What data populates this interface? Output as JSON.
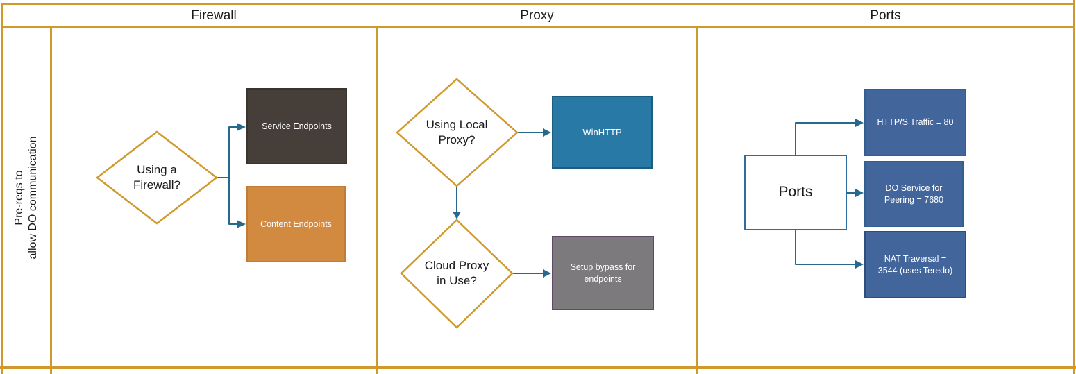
{
  "header": {
    "lanes": [
      {
        "label": "Firewall"
      },
      {
        "label": "Proxy"
      },
      {
        "label": "Ports"
      }
    ]
  },
  "sidebar": {
    "row_label": "Pre-reqs to\nallow DO communication"
  },
  "firewall_lane": {
    "decision_firewall": "Using a\nFirewall?",
    "service_endpoints": "Service Endpoints",
    "content_endpoints": "Content Endpoints"
  },
  "proxy_lane": {
    "decision_local_proxy": "Using Local\nProxy?",
    "winhttp": "WinHTTP",
    "decision_cloud_proxy": "Cloud Proxy\nin Use?",
    "setup_bypass": "Setup bypass for\nendpoints"
  },
  "ports_lane": {
    "ports": "Ports",
    "http_traffic": "HTTP/S Traffic = 80",
    "do_service": "DO Service for\nPeering = 7680",
    "nat_traversal": "NAT Traversal =\n3544 (uses Teredo)"
  },
  "colors": {
    "lane_border": "#D0992B",
    "diamond_border": "#D0992B",
    "connector": "#27698E",
    "service_endpoints_fill": "#463E39",
    "content_endpoints_fill": "#D28940",
    "winhttp_fill": "#2879A5",
    "setup_bypass_fill": "#7D7A7D",
    "setup_bypass_border": "#5E4966",
    "ports_box_border": "#2E6DA0",
    "port_value_fill": "#42659B",
    "text_on_dark": "#FFFFFF",
    "text_default": "#1A1A1A"
  }
}
